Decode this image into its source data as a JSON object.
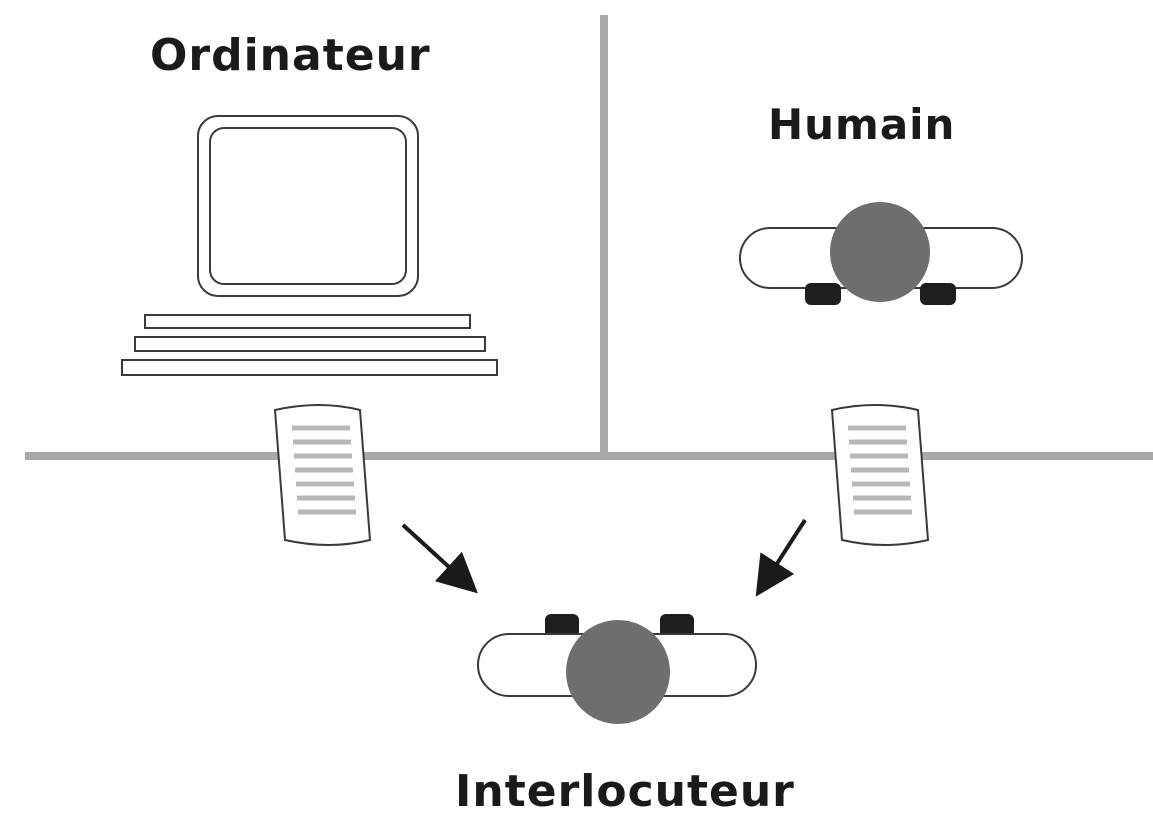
{
  "labels": {
    "computer": "Ordinateur",
    "human": "Humain",
    "interrogator": "Interlocuteur"
  },
  "colors": {
    "wall": "#a9a9a9",
    "outline": "#3a3a3a",
    "head": "#6e6e6e",
    "hand": "#1e1e1e",
    "paper_line": "#b8b8b8"
  },
  "icons": [
    "computer-icon",
    "human-icon",
    "interrogator-icon",
    "paper-icon",
    "arrow-icon"
  ]
}
